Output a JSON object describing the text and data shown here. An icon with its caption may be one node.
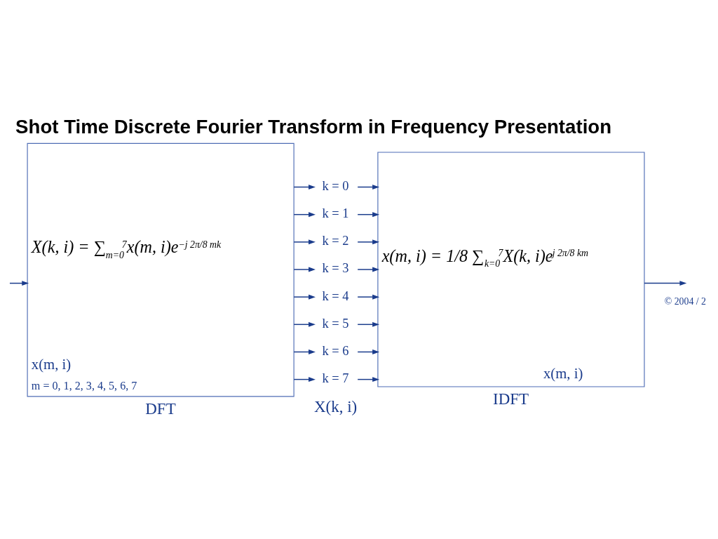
{
  "diagram": {
    "title": "Shot Time Discrete Fourier Transform in Frequency Presentation",
    "nodes": [
      {
        "text": [
          "X(k, i) = ∑$_{m=0}$$^{7}$x(m, i)e$^{−j 2π/8 mk}$",
          "x(m, i)",
          "m = 0, 1, 2, 3, 4, 5, 6, 7"
        ],
        "beside": [
          "DFT"
        ]
      },
      {
        "text": [
          "k = 0"
        ]
      },
      {
        "text": [
          "k = 1"
        ]
      },
      {
        "text": [
          "k = 2"
        ]
      },
      {
        "text": [
          "k = 3"
        ]
      },
      {
        "text": [
          "k = 4"
        ]
      },
      {
        "text": [
          "k = 5"
        ]
      },
      {
        "text": [
          "k = 6"
        ]
      },
      {
        "text": [
          "k = 7"
        ]
      },
      {
        "text": [
          "x(m, i) = 1/8 ∑$_{k=0}$$^{7}$X(k, i)e$^{j 2π/8 km}$",
          "x(m, i)"
        ],
        "beside": [
          "IDFT"
        ]
      }
    ],
    "edges": [
      {
        "from": null,
        "to": 0,
        "arrow": "to"
      },
      {
        "from": 0,
        "to": 1,
        "arrow": "to"
      },
      {
        "from": 1,
        "to": 9,
        "arrow": "to"
      },
      {
        "from": 0,
        "to": 2,
        "arrow": "to"
      },
      {
        "from": 2,
        "to": 9,
        "arrow": "to"
      },
      {
        "from": 0,
        "to": 3,
        "arrow": "to"
      },
      {
        "from": 3,
        "to": 9,
        "arrow": "to"
      },
      {
        "from": 0,
        "to": 4,
        "arrow": "to"
      },
      {
        "from": 4,
        "to": 9,
        "arrow": "to"
      },
      {
        "from": 0,
        "to": 5,
        "arrow": "to"
      },
      {
        "from": 5,
        "to": 9,
        "arrow": "to"
      },
      {
        "from": 0,
        "to": 6,
        "arrow": "to"
      },
      {
        "from": 6,
        "to": 9,
        "arrow": "to"
      },
      {
        "from": 0,
        "to": 7,
        "arrow": "to"
      },
      {
        "from": 7,
        "to": 9,
        "arrow": "to"
      },
      {
        "from": 0,
        "to": 8,
        "arrow": "to"
      },
      {
        "from": 8,
        "to": 9,
        "arrow": "to"
      },
      {
        "from": 9,
        "to": null,
        "arrow": "to"
      }
    ],
    "labels": [
      "X(k, i)",
      "© 2004 / 2"
    ]
  }
}
